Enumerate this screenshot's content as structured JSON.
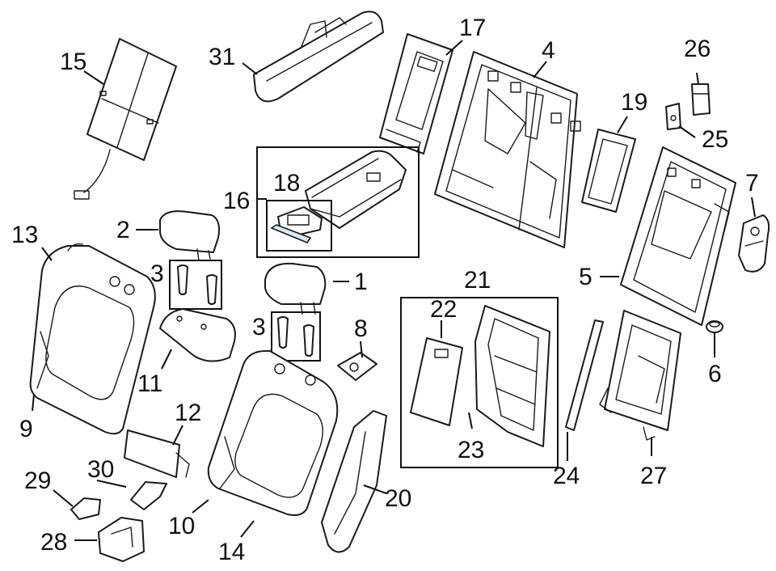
{
  "diagram": {
    "callouts": [
      {
        "id": "c1",
        "label": "1"
      },
      {
        "id": "c2",
        "label": "2"
      },
      {
        "id": "c3a",
        "label": "3"
      },
      {
        "id": "c3b",
        "label": "3"
      },
      {
        "id": "c4",
        "label": "4"
      },
      {
        "id": "c5",
        "label": "5"
      },
      {
        "id": "c6",
        "label": "6"
      },
      {
        "id": "c7",
        "label": "7"
      },
      {
        "id": "c8",
        "label": "8"
      },
      {
        "id": "c9",
        "label": "9"
      },
      {
        "id": "c10",
        "label": "10"
      },
      {
        "id": "c11",
        "label": "11"
      },
      {
        "id": "c12",
        "label": "12"
      },
      {
        "id": "c13",
        "label": "13"
      },
      {
        "id": "c14",
        "label": "14"
      },
      {
        "id": "c15",
        "label": "15"
      },
      {
        "id": "c16",
        "label": "16"
      },
      {
        "id": "c17",
        "label": "17"
      },
      {
        "id": "c18",
        "label": "18"
      },
      {
        "id": "c19",
        "label": "19"
      },
      {
        "id": "c20",
        "label": "20"
      },
      {
        "id": "c21",
        "label": "21"
      },
      {
        "id": "c22",
        "label": "22"
      },
      {
        "id": "c23",
        "label": "23"
      },
      {
        "id": "c24",
        "label": "24"
      },
      {
        "id": "c25",
        "label": "25"
      },
      {
        "id": "c26",
        "label": "26"
      },
      {
        "id": "c27",
        "label": "27"
      },
      {
        "id": "c28",
        "label": "28"
      },
      {
        "id": "c29",
        "label": "29"
      },
      {
        "id": "c30",
        "label": "30"
      },
      {
        "id": "c31",
        "label": "31"
      }
    ],
    "colors": {
      "line": "#1a1a1a",
      "background": "#ffffff",
      "highlight": "#d8eaf6"
    }
  }
}
